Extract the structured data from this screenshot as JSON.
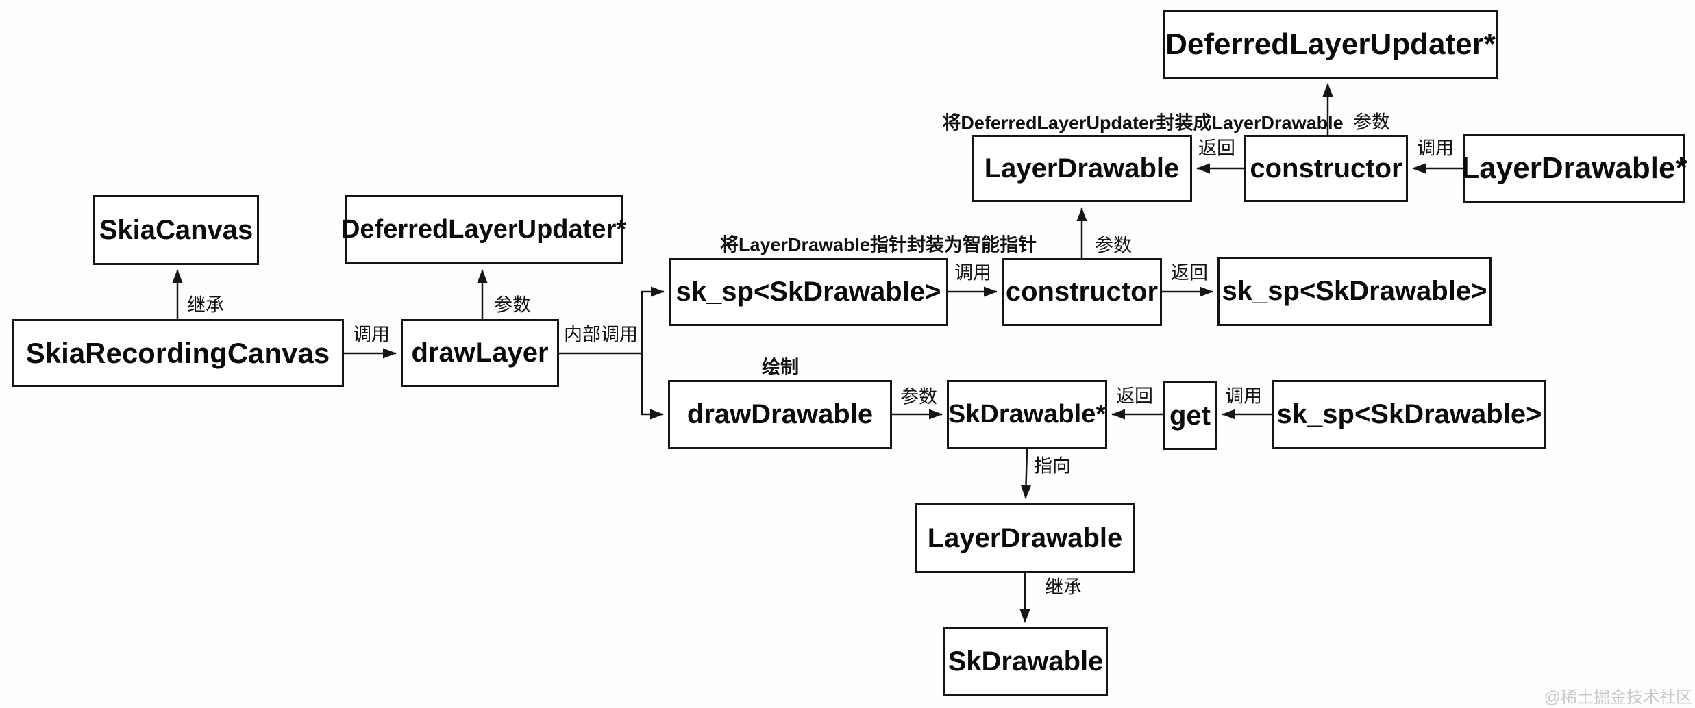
{
  "diagram": {
    "nodes": {
      "deferred_top": "DeferredLayerUpdater*",
      "layer_drawable_mid": "LayerDrawable",
      "constructor_top": "constructor",
      "layer_drawable_ptr": "LayerDrawable*",
      "skia_canvas": "SkiaCanvas",
      "deferred_param": "DeferredLayerUpdater*",
      "skia_recording_canvas": "SkiaRecordingCanvas",
      "draw_layer": "drawLayer",
      "sksp_left": "sk_sp<SkDrawable>",
      "constructor_mid": "constructor",
      "sksp_right": "sk_sp<SkDrawable>",
      "draw_drawable": "drawDrawable",
      "sk_drawable_ptr": "SkDrawable*",
      "get": "get",
      "sksp_bottom": "sk_sp<SkDrawable>",
      "layer_drawable_bottom": "LayerDrawable",
      "sk_drawable": "SkDrawable"
    },
    "edges": [
      {
        "from": "SkiaRecordingCanvas",
        "to": "SkiaCanvas",
        "label": "继承"
      },
      {
        "from": "SkiaRecordingCanvas",
        "to": "drawLayer",
        "label": "调用"
      },
      {
        "from": "drawLayer",
        "to": "DeferredLayerUpdater*",
        "label": "参数"
      },
      {
        "from": "drawLayer",
        "to": "sk_sp<SkDrawable> / drawDrawable",
        "label": "内部调用"
      },
      {
        "from": "sk_sp<SkDrawable>",
        "to": "constructor",
        "label": "调用"
      },
      {
        "from": "constructor",
        "to": "LayerDrawable",
        "label": "参数"
      },
      {
        "from": "constructor",
        "to": "sk_sp<SkDrawable>",
        "label": "返回"
      },
      {
        "from": "drawDrawable",
        "to": "SkDrawable*",
        "label": "参数"
      },
      {
        "from": "get",
        "to": "SkDrawable*",
        "label": "返回"
      },
      {
        "from": "sk_sp<SkDrawable>",
        "to": "get",
        "label": "调用"
      },
      {
        "from": "SkDrawable*",
        "to": "LayerDrawable",
        "label": "指向"
      },
      {
        "from": "LayerDrawable",
        "to": "SkDrawable",
        "label": "继承"
      },
      {
        "from": "constructor",
        "to": "DeferredLayerUpdater*",
        "label": "参数"
      },
      {
        "from": "constructor",
        "to": "LayerDrawable",
        "label": "返回"
      },
      {
        "from": "LayerDrawable*",
        "to": "constructor",
        "label": "调用"
      }
    ],
    "annotations": {
      "wrap_deferred": "将DeferredLayerUpdater封装成LayerDrawable",
      "wrap_pointer": "将LayerDrawable指针封装为智能指针",
      "draw": "绘制"
    },
    "watermark": "@稀土掘金技术社区"
  }
}
